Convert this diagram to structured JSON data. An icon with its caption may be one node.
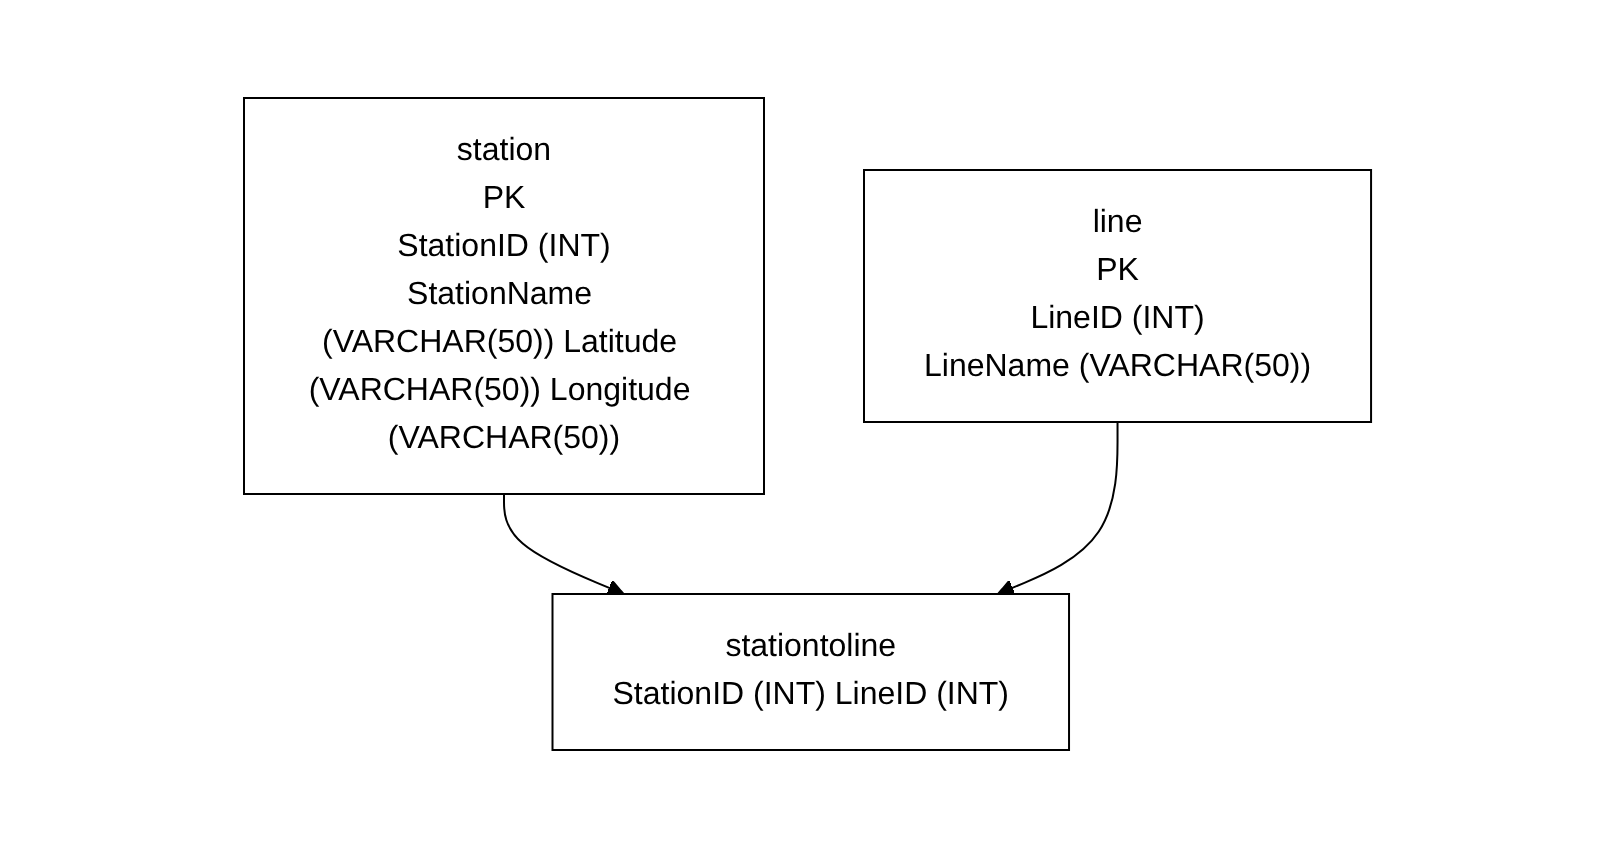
{
  "diagram": {
    "nodes": [
      {
        "text": [
          "station",
          "PK",
          "StationID (INT)",
          "StationName (VARCHAR(50)) Latitude (VARCHAR(50)) Longitude (VARCHAR(50))"
        ]
      },
      {
        "text": [
          "line",
          "PK",
          "LineID (INT)",
          "LineName (VARCHAR(50))"
        ]
      },
      {
        "text": [
          "stationtoline",
          "StationID (INT) LineID (INT)"
        ]
      }
    ],
    "edges": [
      {
        "from": 0,
        "to": 2,
        "arrow": "to"
      },
      {
        "from": 1,
        "to": 2,
        "arrow": "to"
      }
    ]
  }
}
